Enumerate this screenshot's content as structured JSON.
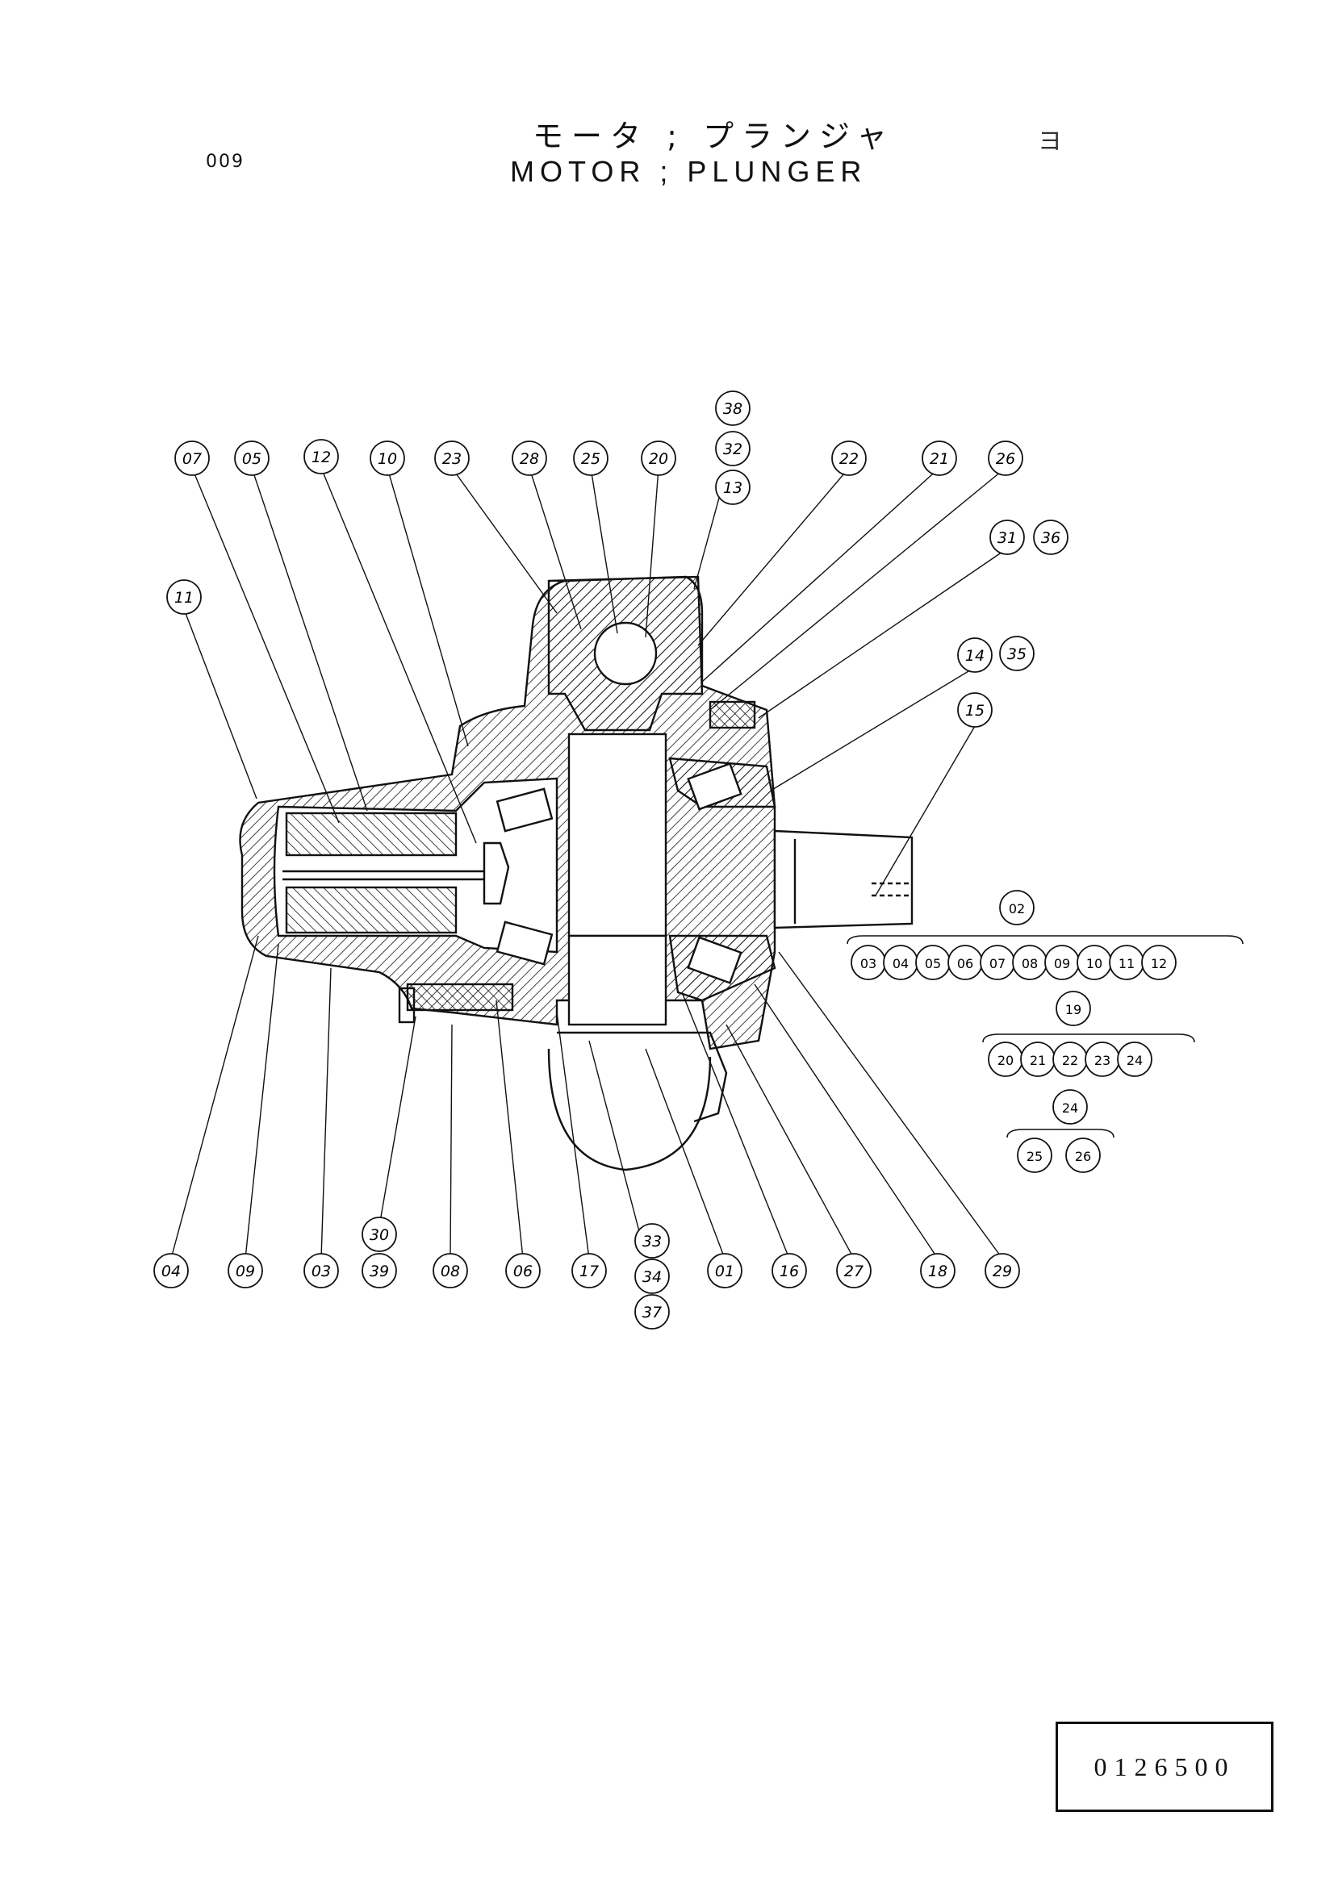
{
  "page_number": "009",
  "title_jp": "モータ ; プランジャ",
  "title_en": "MOTOR ; PLUNGER",
  "corner_mark": "ヨ",
  "drawing_number": "0126500",
  "callouts": {
    "top": [
      "07",
      "05",
      "12",
      "10",
      "23",
      "28",
      "25",
      "20",
      "38",
      "32",
      "13",
      "22",
      "21",
      "26",
      "31",
      "36",
      "11",
      "14",
      "35",
      "15"
    ],
    "bottom": [
      "04",
      "09",
      "03",
      "30",
      "39",
      "08",
      "06",
      "17",
      "33",
      "34",
      "37",
      "01",
      "16",
      "27",
      "18",
      "29"
    ]
  },
  "assemblies": [
    {
      "parent": "02",
      "children": [
        "03",
        "04",
        "05",
        "06",
        "07",
        "08",
        "09",
        "10",
        "11",
        "12"
      ]
    },
    {
      "parent": "19",
      "children": [
        "20",
        "21",
        "22",
        "23",
        "24"
      ]
    },
    {
      "parent": "24",
      "children": [
        "25",
        "26"
      ]
    }
  ],
  "colors": {
    "ink": "#111111",
    "paper": "#ffffff"
  }
}
